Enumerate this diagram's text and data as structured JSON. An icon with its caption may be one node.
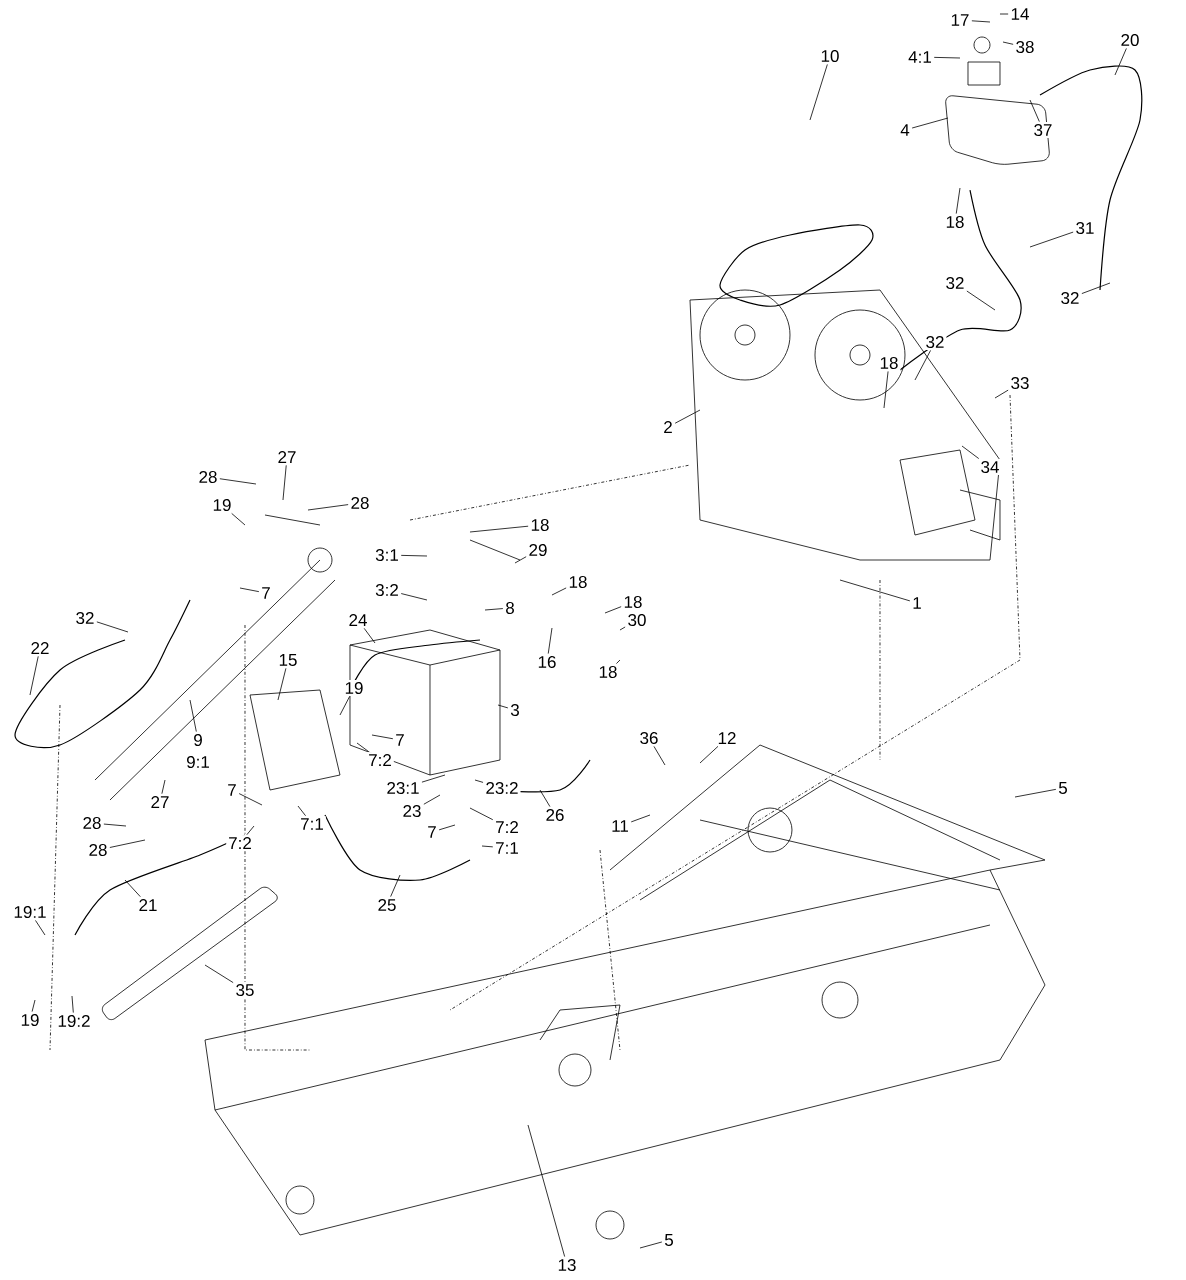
{
  "diagram": {
    "nodes": [
      {
        "text": [
          "17"
        ]
      },
      {
        "text": [
          "14"
        ]
      },
      {
        "text": [
          "38"
        ]
      },
      {
        "text": [
          "4:1"
        ]
      },
      {
        "text": [
          "20"
        ]
      },
      {
        "text": [
          "4"
        ]
      },
      {
        "text": [
          "37"
        ]
      },
      {
        "text": [
          "18"
        ]
      },
      {
        "text": [
          "31"
        ]
      },
      {
        "text": [
          "10"
        ]
      },
      {
        "text": [
          "32"
        ]
      },
      {
        "text": [
          "32"
        ]
      },
      {
        "text": [
          "32"
        ]
      },
      {
        "text": [
          "18"
        ]
      },
      {
        "text": [
          "33"
        ]
      },
      {
        "text": [
          "2"
        ]
      },
      {
        "text": [
          "34"
        ]
      },
      {
        "text": [
          "28"
        ]
      },
      {
        "text": [
          "27"
        ]
      },
      {
        "text": [
          "28"
        ]
      },
      {
        "text": [
          "19"
        ]
      },
      {
        "text": [
          "18"
        ]
      },
      {
        "text": [
          "29"
        ]
      },
      {
        "text": [
          "3:1"
        ]
      },
      {
        "text": [
          "1"
        ]
      },
      {
        "text": [
          "3:2"
        ]
      },
      {
        "text": [
          "18"
        ]
      },
      {
        "text": [
          "8"
        ]
      },
      {
        "text": [
          "7"
        ]
      },
      {
        "text": [
          "32"
        ]
      },
      {
        "text": [
          "18"
        ]
      },
      {
        "text": [
          "30"
        ]
      },
      {
        "text": [
          "24"
        ]
      },
      {
        "text": [
          "16"
        ]
      },
      {
        "text": [
          "18"
        ]
      },
      {
        "text": [
          "22"
        ]
      },
      {
        "text": [
          "15"
        ]
      },
      {
        "text": [
          "19"
        ]
      },
      {
        "text": [
          "3"
        ]
      },
      {
        "text": [
          "7"
        ]
      },
      {
        "text": [
          "9"
        ]
      },
      {
        "text": [
          "9:1"
        ]
      },
      {
        "text": [
          "7:2"
        ]
      },
      {
        "text": [
          "36"
        ]
      },
      {
        "text": [
          "12"
        ]
      },
      {
        "text": [
          "5"
        ]
      },
      {
        "text": [
          "23:1"
        ]
      },
      {
        "text": [
          "23"
        ]
      },
      {
        "text": [
          "23:2"
        ]
      },
      {
        "text": [
          "26"
        ]
      },
      {
        "text": [
          "28"
        ]
      },
      {
        "text": [
          "27"
        ]
      },
      {
        "text": [
          "28"
        ]
      },
      {
        "text": [
          "7"
        ]
      },
      {
        "text": [
          "11"
        ]
      },
      {
        "text": [
          "7"
        ]
      },
      {
        "text": [
          "7:2"
        ]
      },
      {
        "text": [
          "7:2"
        ]
      },
      {
        "text": [
          "7:1"
        ]
      },
      {
        "text": [
          "7:1"
        ]
      },
      {
        "text": [
          "25"
        ]
      },
      {
        "text": [
          "21"
        ]
      },
      {
        "text": [
          "19:1"
        ]
      },
      {
        "text": [
          "35"
        ]
      },
      {
        "text": [
          "19"
        ]
      },
      {
        "text": [
          "19:2"
        ]
      },
      {
        "text": [
          "13"
        ]
      },
      {
        "text": [
          "5"
        ]
      }
    ],
    "edges": [
      {
        "from": 0,
        "to": null,
        "arrow": "none"
      },
      {
        "from": 1,
        "to": null,
        "arrow": "none"
      },
      {
        "from": 2,
        "to": null,
        "arrow": "none"
      },
      {
        "from": 3,
        "to": null,
        "arrow": "none"
      },
      {
        "from": 4,
        "to": null,
        "arrow": "none"
      },
      {
        "from": 5,
        "to": null,
        "arrow": "none"
      },
      {
        "from": 6,
        "to": null,
        "arrow": "none"
      },
      {
        "from": 7,
        "to": null,
        "arrow": "none"
      },
      {
        "from": 8,
        "to": null,
        "arrow": "none"
      },
      {
        "from": 9,
        "to": null,
        "arrow": "none"
      },
      {
        "from": 10,
        "to": null,
        "arrow": "none"
      },
      {
        "from": 11,
        "to": null,
        "arrow": "none"
      },
      {
        "from": 12,
        "to": null,
        "arrow": "none"
      },
      {
        "from": 13,
        "to": null,
        "arrow": "none"
      },
      {
        "from": 14,
        "to": null,
        "arrow": "none"
      },
      {
        "from": 15,
        "to": null,
        "arrow": "none"
      },
      {
        "from": 16,
        "to": null,
        "arrow": "none"
      },
      {
        "from": 17,
        "to": null,
        "arrow": "none"
      },
      {
        "from": 18,
        "to": null,
        "arrow": "none"
      },
      {
        "from": 19,
        "to": null,
        "arrow": "none"
      },
      {
        "from": 20,
        "to": null,
        "arrow": "none"
      },
      {
        "from": 21,
        "to": null,
        "arrow": "none"
      },
      {
        "from": 22,
        "to": null,
        "arrow": "none"
      },
      {
        "from": 23,
        "to": null,
        "arrow": "none"
      },
      {
        "from": 24,
        "to": null,
        "arrow": "none"
      },
      {
        "from": 25,
        "to": null,
        "arrow": "none"
      },
      {
        "from": 26,
        "to": null,
        "arrow": "none"
      },
      {
        "from": 27,
        "to": null,
        "arrow": "none"
      },
      {
        "from": 28,
        "to": null,
        "arrow": "none"
      },
      {
        "from": 29,
        "to": null,
        "arrow": "none"
      },
      {
        "from": 30,
        "to": null,
        "arrow": "none"
      },
      {
        "from": 31,
        "to": null,
        "arrow": "none"
      },
      {
        "from": 32,
        "to": null,
        "arrow": "none"
      },
      {
        "from": 33,
        "to": null,
        "arrow": "none"
      },
      {
        "from": 34,
        "to": null,
        "arrow": "none"
      },
      {
        "from": 35,
        "to": null,
        "arrow": "none"
      },
      {
        "from": 36,
        "to": null,
        "arrow": "none"
      },
      {
        "from": 37,
        "to": null,
        "arrow": "none"
      },
      {
        "from": 38,
        "to": null,
        "arrow": "none"
      },
      {
        "from": 39,
        "to": null,
        "arrow": "none"
      },
      {
        "from": 40,
        "to": null,
        "arrow": "none"
      },
      {
        "from": 42,
        "to": null,
        "arrow": "none"
      },
      {
        "from": 43,
        "to": null,
        "arrow": "none"
      },
      {
        "from": 44,
        "to": null,
        "arrow": "none"
      },
      {
        "from": 45,
        "to": null,
        "arrow": "none"
      },
      {
        "from": 46,
        "to": null,
        "arrow": "none"
      },
      {
        "from": 47,
        "to": null,
        "arrow": "none"
      },
      {
        "from": 48,
        "to": null,
        "arrow": "none"
      },
      {
        "from": 49,
        "to": null,
        "arrow": "none"
      },
      {
        "from": 50,
        "to": null,
        "arrow": "none"
      },
      {
        "from": 51,
        "to": null,
        "arrow": "none"
      },
      {
        "from": 52,
        "to": null,
        "arrow": "none"
      },
      {
        "from": 53,
        "to": null,
        "arrow": "none"
      },
      {
        "from": 54,
        "to": null,
        "arrow": "none"
      },
      {
        "from": 55,
        "to": null,
        "arrow": "none"
      },
      {
        "from": 56,
        "to": null,
        "arrow": "none"
      },
      {
        "from": 57,
        "to": null,
        "arrow": "none"
      },
      {
        "from": 58,
        "to": null,
        "arrow": "none"
      },
      {
        "from": 59,
        "to": null,
        "arrow": "none"
      },
      {
        "from": 60,
        "to": null,
        "arrow": "none"
      },
      {
        "from": 61,
        "to": null,
        "arrow": "none"
      },
      {
        "from": 62,
        "to": null,
        "arrow": "none"
      },
      {
        "from": 63,
        "to": null,
        "arrow": "none"
      },
      {
        "from": 64,
        "to": null,
        "arrow": "none"
      },
      {
        "from": 65,
        "to": null,
        "arrow": "none"
      },
      {
        "from": 66,
        "to": null,
        "arrow": "none"
      },
      {
        "from": 67,
        "to": null,
        "arrow": "none"
      }
    ]
  }
}
